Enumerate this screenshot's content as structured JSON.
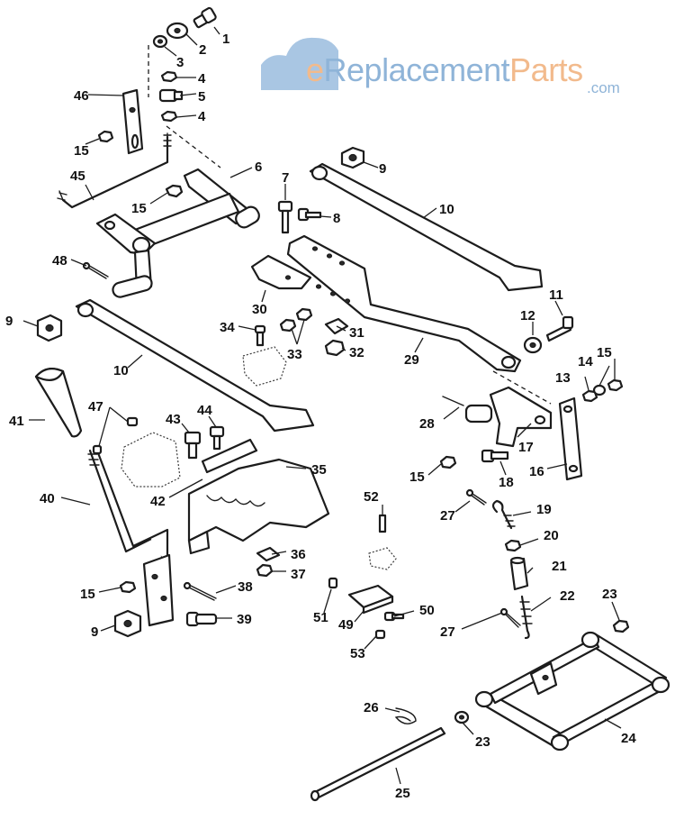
{
  "watermark": {
    "brand_e": "e",
    "brand_replacement": "Replacement",
    "brand_parts": "Parts",
    "brand_tld": ".com",
    "color_blue": "#8fb4d8",
    "color_orange": "#f2ba8c"
  },
  "callouts": [
    {
      "id": "1",
      "text": "1"
    },
    {
      "id": "2",
      "text": "2"
    },
    {
      "id": "3",
      "text": "3"
    },
    {
      "id": "4a",
      "text": "4"
    },
    {
      "id": "4b",
      "text": "4"
    },
    {
      "id": "5",
      "text": "5"
    },
    {
      "id": "6",
      "text": "6"
    },
    {
      "id": "7",
      "text": "7"
    },
    {
      "id": "8",
      "text": "8"
    },
    {
      "id": "9a",
      "text": "9"
    },
    {
      "id": "9b",
      "text": "9"
    },
    {
      "id": "9c",
      "text": "9"
    },
    {
      "id": "10a",
      "text": "10"
    },
    {
      "id": "10b",
      "text": "10"
    },
    {
      "id": "11",
      "text": "11"
    },
    {
      "id": "12",
      "text": "12"
    },
    {
      "id": "13",
      "text": "13"
    },
    {
      "id": "14",
      "text": "14"
    },
    {
      "id": "15a",
      "text": "15"
    },
    {
      "id": "15b",
      "text": "15"
    },
    {
      "id": "15c",
      "text": "15"
    },
    {
      "id": "15d",
      "text": "15"
    },
    {
      "id": "15e",
      "text": "15"
    },
    {
      "id": "16",
      "text": "16"
    },
    {
      "id": "17",
      "text": "17"
    },
    {
      "id": "18",
      "text": "18"
    },
    {
      "id": "19",
      "text": "19"
    },
    {
      "id": "20",
      "text": "20"
    },
    {
      "id": "21",
      "text": "21"
    },
    {
      "id": "22",
      "text": "22"
    },
    {
      "id": "23a",
      "text": "23"
    },
    {
      "id": "23b",
      "text": "23"
    },
    {
      "id": "24",
      "text": "24"
    },
    {
      "id": "25",
      "text": "25"
    },
    {
      "id": "26",
      "text": "26"
    },
    {
      "id": "27a",
      "text": "27"
    },
    {
      "id": "27b",
      "text": "27"
    },
    {
      "id": "28",
      "text": "28"
    },
    {
      "id": "29",
      "text": "29"
    },
    {
      "id": "30",
      "text": "30"
    },
    {
      "id": "31",
      "text": "31"
    },
    {
      "id": "32",
      "text": "32"
    },
    {
      "id": "33",
      "text": "33"
    },
    {
      "id": "34",
      "text": "34"
    },
    {
      "id": "35",
      "text": "35"
    },
    {
      "id": "36",
      "text": "36"
    },
    {
      "id": "37",
      "text": "37"
    },
    {
      "id": "38",
      "text": "38"
    },
    {
      "id": "39",
      "text": "39"
    },
    {
      "id": "40",
      "text": "40"
    },
    {
      "id": "41",
      "text": "41"
    },
    {
      "id": "42",
      "text": "42"
    },
    {
      "id": "43",
      "text": "43"
    },
    {
      "id": "44",
      "text": "44"
    },
    {
      "id": "45",
      "text": "45"
    },
    {
      "id": "46",
      "text": "46"
    },
    {
      "id": "47",
      "text": "47"
    },
    {
      "id": "48",
      "text": "48"
    },
    {
      "id": "49",
      "text": "49"
    },
    {
      "id": "50",
      "text": "50"
    },
    {
      "id": "51",
      "text": "51"
    },
    {
      "id": "52",
      "text": "52"
    },
    {
      "id": "53",
      "text": "53"
    }
  ]
}
